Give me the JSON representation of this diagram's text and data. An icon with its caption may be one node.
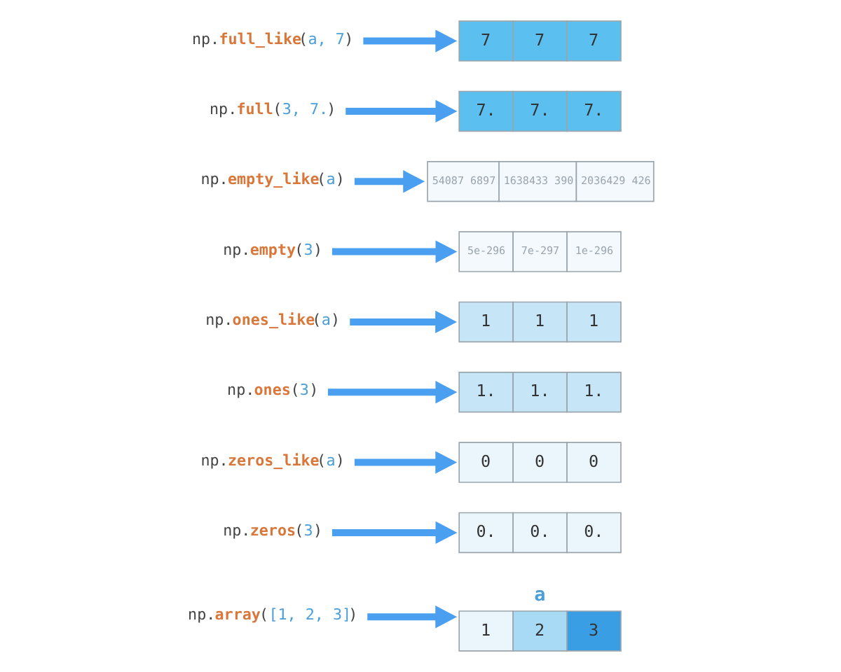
{
  "diagram": {
    "nodes": [
      {
        "text": [
          "np.array([1, 2, 3])"
        ]
      },
      {
        "text": [
          "1",
          "2",
          "3"
        ],
        "beside": [
          "a"
        ]
      },
      {
        "text": [
          "np.zeros(3)"
        ]
      },
      {
        "text": [
          "0.",
          "0.",
          "0."
        ]
      },
      {
        "text": [
          "np.zeros_like(a)"
        ]
      },
      {
        "text": [
          "0",
          "0",
          "0"
        ]
      },
      {
        "text": [
          "np.ones(3)"
        ]
      },
      {
        "text": [
          "1.",
          "1.",
          "1."
        ]
      },
      {
        "text": [
          "np.ones_like(a)"
        ]
      },
      {
        "text": [
          "1",
          "1",
          "1"
        ]
      },
      {
        "text": [
          "np.empty(3)"
        ]
      },
      {
        "text": [
          "5e-296",
          "7e-297",
          "1e-296"
        ]
      },
      {
        "text": [
          "np.empty_like(a)"
        ]
      },
      {
        "text": [
          "54087 6897",
          "1638433 390",
          "2036429 426"
        ]
      },
      {
        "text": [
          "np.full(3, 7.)"
        ]
      },
      {
        "text": [
          "7.",
          "7.",
          "7."
        ]
      },
      {
        "text": [
          "np.full_like(a, 7)"
        ]
      },
      {
        "text": [
          "7",
          "7",
          "7"
        ]
      }
    ],
    "edges": [
      {
        "from": 0,
        "to": 1,
        "arrow": "to"
      },
      {
        "from": 2,
        "to": 3,
        "arrow": "to"
      },
      {
        "from": 4,
        "to": 5,
        "arrow": "to"
      },
      {
        "from": 6,
        "to": 7,
        "arrow": "to"
      },
      {
        "from": 8,
        "to": 9,
        "arrow": "to"
      },
      {
        "from": 10,
        "to": 11,
        "arrow": "to"
      },
      {
        "from": 12,
        "to": 13,
        "arrow": "to"
      },
      {
        "from": 14,
        "to": 15,
        "arrow": "to"
      },
      {
        "from": 16,
        "to": 17,
        "arrow": "to"
      }
    ]
  }
}
